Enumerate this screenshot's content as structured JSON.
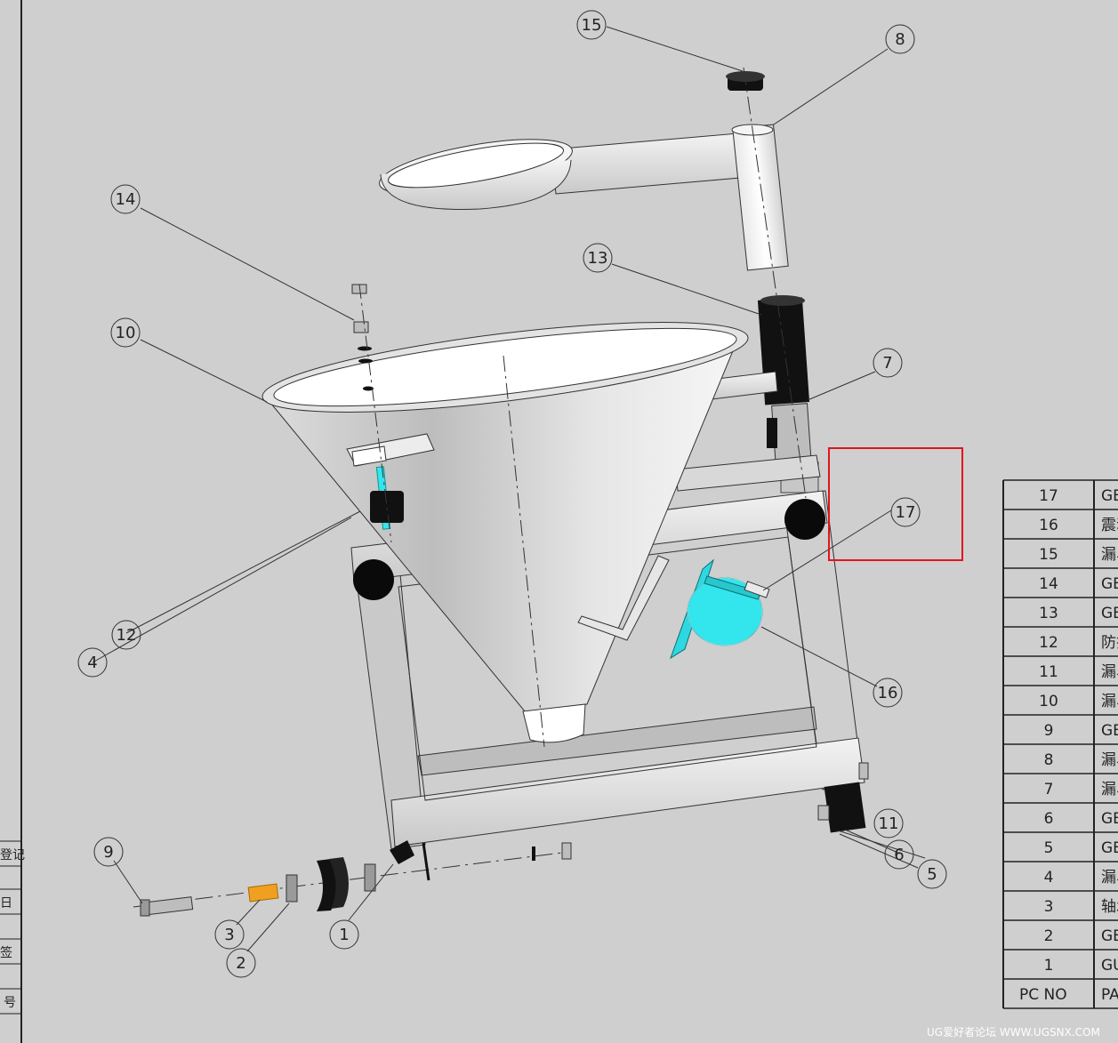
{
  "balloons": [
    {
      "id": "b15",
      "label": "15"
    },
    {
      "id": "b8",
      "label": "8"
    },
    {
      "id": "b14",
      "label": "14"
    },
    {
      "id": "b13",
      "label": "13"
    },
    {
      "id": "b10",
      "label": "10"
    },
    {
      "id": "b7",
      "label": "7"
    },
    {
      "id": "b17",
      "label": "17"
    },
    {
      "id": "b12",
      "label": "12"
    },
    {
      "id": "b4",
      "label": "4"
    },
    {
      "id": "b16",
      "label": "16"
    },
    {
      "id": "b11",
      "label": "11"
    },
    {
      "id": "b6",
      "label": "6"
    },
    {
      "id": "b5",
      "label": "5"
    },
    {
      "id": "b9",
      "label": "9"
    },
    {
      "id": "b3",
      "label": "3"
    },
    {
      "id": "b2",
      "label": "2"
    },
    {
      "id": "b1",
      "label": "1"
    }
  ],
  "parts_table": {
    "rows": [
      {
        "pc": "17",
        "part": "GE"
      },
      {
        "pc": "16",
        "part": "震动"
      },
      {
        "pc": "15",
        "part": "漏斗"
      },
      {
        "pc": "14",
        "part": "GE"
      },
      {
        "pc": "13",
        "part": "GE"
      },
      {
        "pc": "12",
        "part": "防护"
      },
      {
        "pc": "11",
        "part": "漏斗"
      },
      {
        "pc": "10",
        "part": "漏斗"
      },
      {
        "pc": "9",
        "part": "GE"
      },
      {
        "pc": "8",
        "part": "漏斗"
      },
      {
        "pc": "7",
        "part": "漏斗"
      },
      {
        "pc": "6",
        "part": "GE"
      },
      {
        "pc": "5",
        "part": "GE"
      },
      {
        "pc": "4",
        "part": "漏斗"
      },
      {
        "pc": "3",
        "part": "轴承"
      },
      {
        "pc": "2",
        "part": "GE"
      },
      {
        "pc": "1",
        "part": "GU"
      }
    ],
    "header": {
      "pc": "PC NO",
      "part": "PA"
    }
  },
  "side_labels": [
    "登记",
    "日",
    "签",
    "号"
  ],
  "watermark": "UG爱好者论坛 WWW.UGSNX.COM",
  "colors": {
    "background": "#cfcfcf",
    "highlight_box": "#e0151d",
    "accent_cyan": "#33e6ee",
    "accent_orange": "#f0a020"
  }
}
